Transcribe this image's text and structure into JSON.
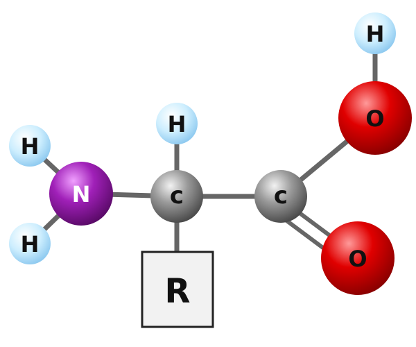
{
  "molecule": {
    "atoms": {
      "h_amine_top": {
        "symbol": "H",
        "element": "hydrogen"
      },
      "h_amine_bottom": {
        "symbol": "H",
        "element": "hydrogen"
      },
      "nitrogen": {
        "symbol": "N",
        "element": "nitrogen"
      },
      "h_alpha": {
        "symbol": "H",
        "element": "hydrogen"
      },
      "c_alpha": {
        "symbol": "c",
        "element": "carbon"
      },
      "c_carboxyl": {
        "symbol": "c",
        "element": "carbon"
      },
      "o_hydroxyl": {
        "symbol": "O",
        "element": "oxygen"
      },
      "h_hydroxyl": {
        "symbol": "H",
        "element": "hydrogen"
      },
      "o_carbonyl": {
        "symbol": "O",
        "element": "oxygen"
      }
    },
    "side_chain": {
      "label": "R"
    }
  },
  "colors": {
    "hydrogen": "#bfe6fb",
    "nitrogen": "#8b1a9a",
    "carbon": "#8a8a8a",
    "oxygen": "#d40000",
    "bond": "#666666",
    "side_chain_fill": "#f2f2f2",
    "side_chain_border": "#222222"
  }
}
